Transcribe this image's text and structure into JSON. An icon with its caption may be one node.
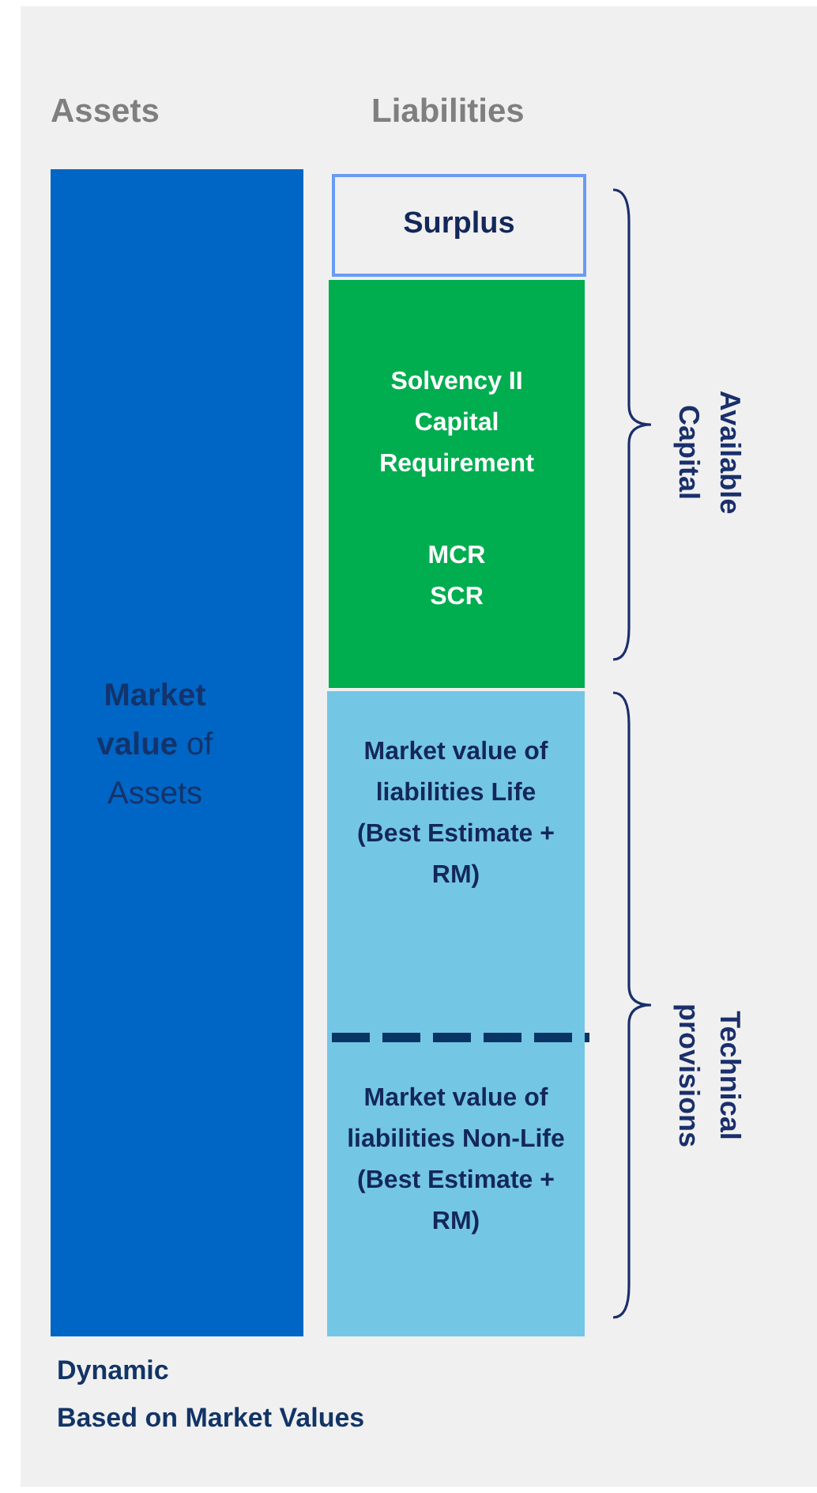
{
  "diagram": {
    "nodes": [
      {
        "text": [
          "**Market value** of Assets"
        ]
      },
      {
        "text": [
          "Surplus"
        ]
      },
      {
        "text": [
          "Solvency II Capital Requirement",
          "MCR SCR"
        ]
      },
      {
        "text": [
          "Market value of liabilities Life (Best Estimate + RM)",
          "Market value of liabilities Non-Life (Best Estimate + RM)"
        ]
      }
    ],
    "labels": [
      "Assets",
      "Liabilities",
      "Available Capital",
      "Technical provisions",
      "Dynamic",
      "Based on Market Values"
    ]
  }
}
